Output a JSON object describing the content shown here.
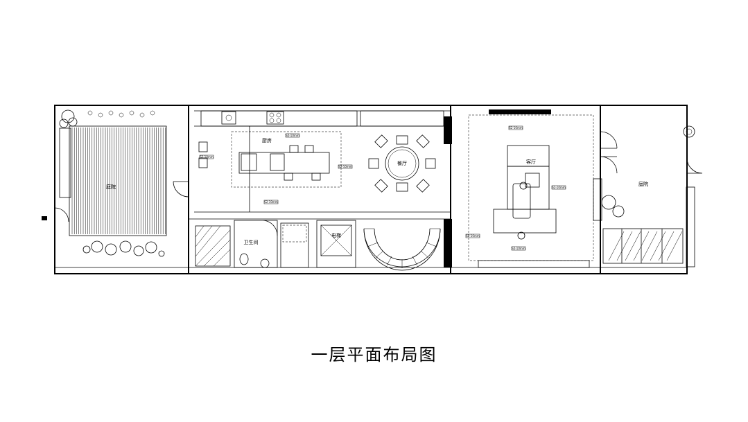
{
  "title": "一层平面布局图",
  "rooms": {
    "garden_west": "庭院",
    "kitchen": "厨房",
    "dining": "餐厅",
    "living": "客厅",
    "courtyard_east": "庭院",
    "bathroom": "卫生间",
    "elevator": "电梯"
  },
  "dimension_tags": [
    "S2-10mm",
    "S2-10mm",
    "S2-10mm",
    "S2-10mm",
    "S2-10mm",
    "S2-10mm",
    "S2-10mm",
    "S2-10mm"
  ]
}
